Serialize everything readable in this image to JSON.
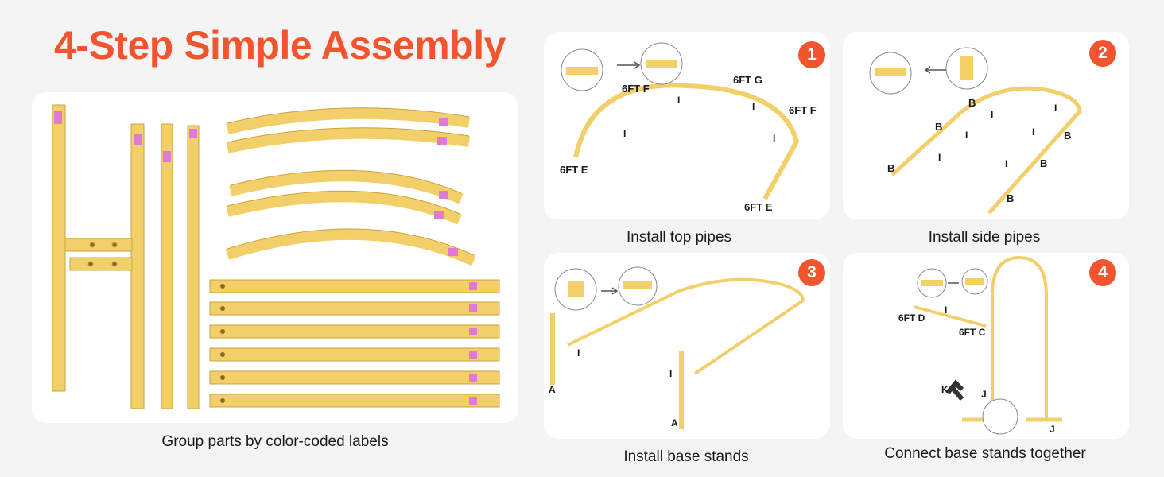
{
  "title": "4-Step Simple Assembly",
  "colors": {
    "accent": "#f2542d",
    "pipe": "#f3cf6a",
    "pipe_edge": "#c9a43f",
    "label_pink": "#e07ad8"
  },
  "parts": {
    "caption": "Group parts by color-coded labels"
  },
  "steps": [
    {
      "number": "1",
      "caption": "Install top pipes",
      "labels": {
        "f_left": "6FT F",
        "g": "6FT G",
        "f_right": "6FT F",
        "e_left": "6FT E",
        "e_right": "6FT E",
        "i": "I"
      }
    },
    {
      "number": "2",
      "caption": "Install side pipes",
      "labels": {
        "b": "B",
        "i": "I"
      }
    },
    {
      "number": "3",
      "caption": "Install base stands",
      "labels": {
        "a": "A",
        "i": "I"
      }
    },
    {
      "number": "4",
      "caption": "Connect base stands together",
      "labels": {
        "d": "6FT D",
        "c": "6FT C",
        "k": "K",
        "j": "J",
        "i": "I"
      }
    }
  ]
}
